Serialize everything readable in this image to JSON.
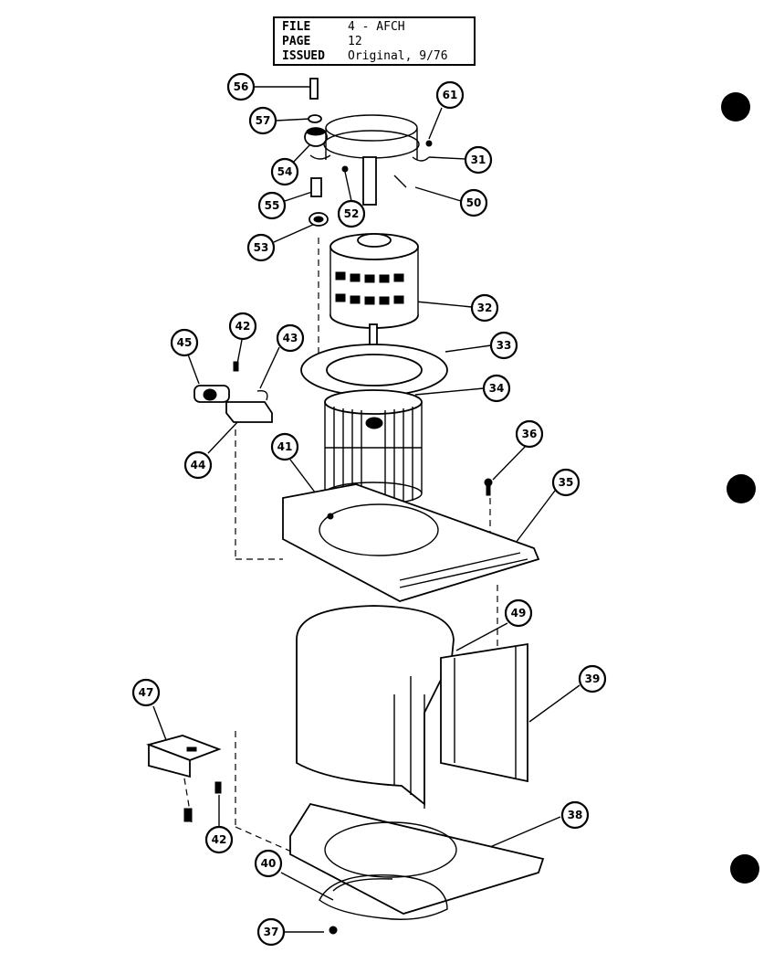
{
  "header": {
    "file_label": "FILE",
    "file_value": "4  - AFCH",
    "page_label": "PAGE",
    "page_value": "12",
    "issued_label": "ISSUED",
    "issued_value": "Original, 9/76"
  },
  "callouts": [
    "56",
    "57",
    "54",
    "55",
    "52",
    "53",
    "61",
    "31",
    "50",
    "32",
    "33",
    "34",
    "45",
    "42",
    "43",
    "44",
    "41",
    "36",
    "35",
    "49",
    "39",
    "47",
    "42",
    "38",
    "40",
    "37"
  ]
}
